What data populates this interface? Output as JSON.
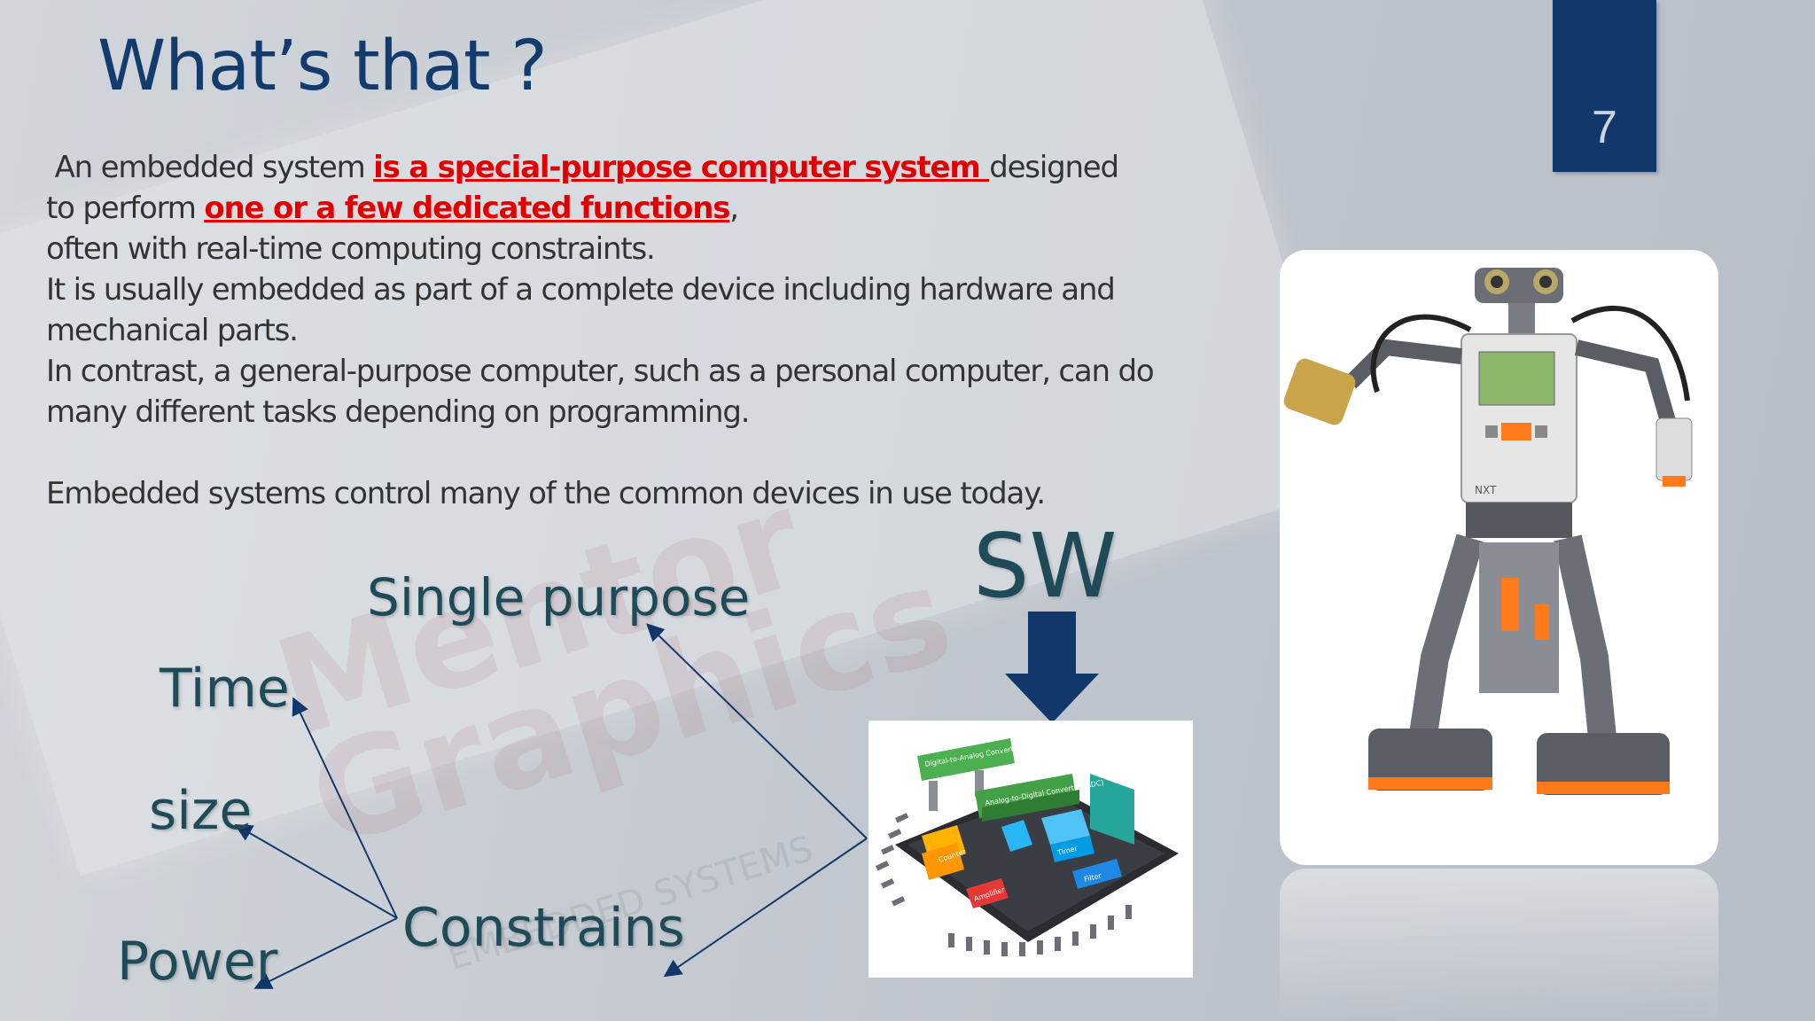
{
  "slide": {
    "title": "What’s that ?",
    "page_number": "7"
  },
  "body": {
    "p1_prefix": "An embedded system ",
    "p1_highlight1": "is a special-purpose computer system ",
    "p1_mid": "designed to perform ",
    "p1_highlight2": "one or a few dedicated functions",
    "p1_suffix": ",",
    "p1_line2": " often with real-time computing constraints.",
    "p2": "It is usually embedded as part of a complete device including hardware and mechanical parts.",
    "p3": "In contrast, a general-purpose computer, such as a personal computer, can do many different tasks depending on programming.",
    "p4": "Embedded systems control many of the common devices in use today."
  },
  "diagram": {
    "single_purpose": "Single purpose",
    "time": "Time",
    "size": "size",
    "power": "Power",
    "constrains": "Constrains",
    "sw": "SW"
  },
  "chip_labels": {
    "dac": "Digital-to-Analog Converter (DAC)",
    "adc": "Analog-to-Digital Converter (ADC)",
    "counter": "Counter",
    "amplifier": "Amplifier",
    "timer": "Timer",
    "filter": "Filter"
  },
  "robot_label": "NXT",
  "colors": {
    "title": "#123c6e",
    "badge": "#12386b",
    "highlight": "#e00000",
    "diagram_text": "#1f4a57",
    "arrow": "#12386b"
  }
}
